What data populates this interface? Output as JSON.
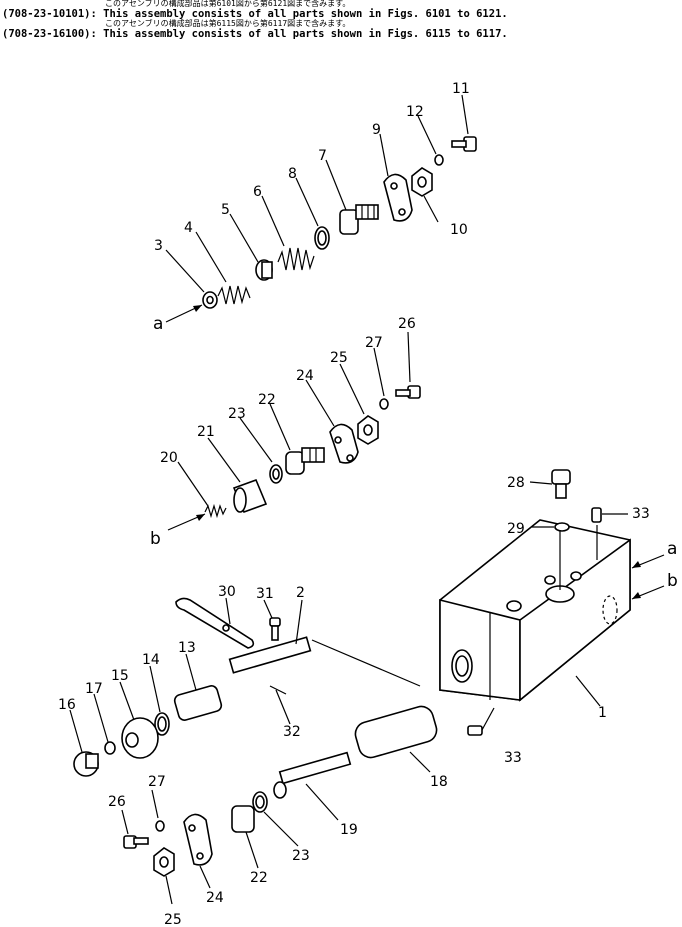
{
  "header": {
    "line1_jp": "このアセンブリの構成部品は第6101図から第6121図まで含みます。",
    "line1": "(708-23-10101): This assembly consists of all parts shown in Figs. 6101 to 6121.",
    "line2_jp": "このアセンブリの構成部品は第6115図から第6117図まで含みます。",
    "line2": "(708-23-16100): This assembly consists of all parts shown in Figs. 6115 to 6117."
  },
  "callouts": {
    "c1": "1",
    "c2": "2",
    "c3": "3",
    "c4": "4",
    "c5": "5",
    "c6": "6",
    "c7": "7",
    "c8": "8",
    "c9": "9",
    "c10": "10",
    "c11": "11",
    "c12": "12",
    "c13": "13",
    "c14": "14",
    "c15": "15",
    "c16": "16",
    "c17": "17",
    "c18": "18",
    "c19": "19",
    "c20": "20",
    "c21": "21",
    "c22a": "22",
    "c22b": "22",
    "c23a": "23",
    "c23b": "23",
    "c24a": "24",
    "c24b": "24",
    "c25a": "25",
    "c25b": "25",
    "c26a": "26",
    "c26b": "26",
    "c27a": "27",
    "c27b": "27",
    "c28": "28",
    "c29": "29",
    "c30": "30",
    "c31": "31",
    "c32": "32",
    "c33a": "33",
    "c33b": "33"
  },
  "port_labels": {
    "a_top": "a",
    "b_mid": "b",
    "a_right": "a",
    "b_right": "b"
  }
}
